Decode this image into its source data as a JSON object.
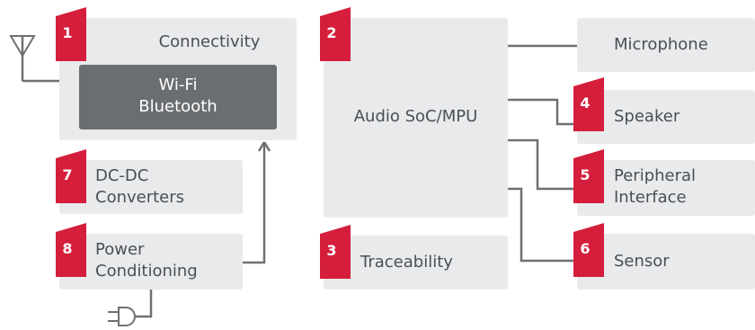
{
  "colors": {
    "block_bg": "#e9eaeb",
    "inner_block_bg": "#6b6e71",
    "badge_red": "#d51e3c",
    "wire": "#6e7173",
    "text": "#4a4f55"
  },
  "blocks": {
    "connectivity": {
      "label": "Connectivity",
      "badge": "1",
      "inner": {
        "line1": "Wi-Fi",
        "line2": "Bluetooth"
      }
    },
    "audio_soc": {
      "label": "Audio SoC/MPU",
      "badge": "2"
    },
    "traceability": {
      "label": "Traceability",
      "badge": "3"
    },
    "speaker": {
      "label": "Speaker",
      "badge": "4"
    },
    "peripheral_interface": {
      "line1": "Peripheral",
      "line2": "Interface",
      "badge": "5"
    },
    "sensor": {
      "label": "Sensor",
      "badge": "6"
    },
    "dc_dc": {
      "line1": "DC-DC",
      "line2": "Converters",
      "badge": "7"
    },
    "power_conditioning": {
      "line1": "Power",
      "line2": "Conditioning",
      "badge": "8"
    },
    "microphone": {
      "label": "Microphone"
    }
  },
  "icons": {
    "antenna": "antenna-icon",
    "plug": "power-plug-icon"
  }
}
